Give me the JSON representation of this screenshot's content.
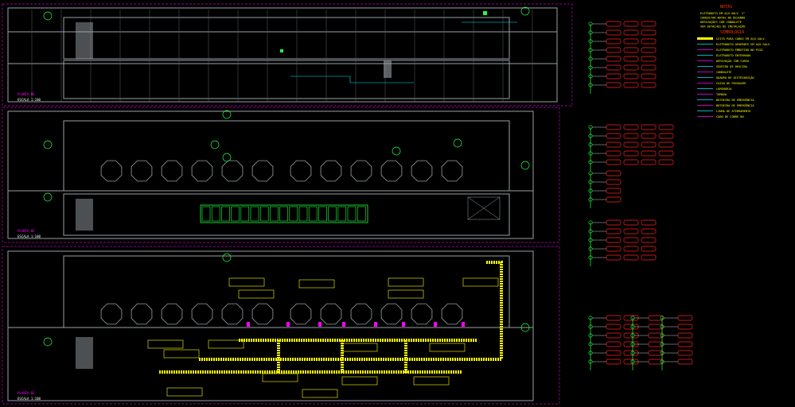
{
  "drawing": {
    "background": "#000000",
    "colors": {
      "wall": "#9aa0a6",
      "grid": "#5a5f66",
      "frame": "#c000c0",
      "tray": "#ffff00",
      "panel_red": "#ff2020",
      "panel_green": "#20ff40",
      "cyan": "#00e5ff",
      "blue": "#2040ff",
      "magenta": "#ff00ff",
      "white": "#ffffff"
    }
  },
  "legend": {
    "notes_title": "NOTAS",
    "symbols_title": "SIMBOLOGIA",
    "notes": [
      "ELETRODUTO EM AÇO GALV. 1\"",
      "CONSULTAR NOTAS NO DESENHO",
      "DERIVAÇÕES COM CONDULETE",
      "VER DETALHES DE INSTALAÇÃO"
    ],
    "symbols": [
      "LEITO PARA CABOS EM AÇO GALV.",
      "ELETRODUTO APARENTE EM AÇO GALV.",
      "ELETRODUTO EMBUTIDO NO PISO",
      "ELETRODUTO ENTERRADO",
      "DERIVAÇÃO COM CURVA",
      "SENTIDO DE DESCIDA",
      "CONDULETE",
      "QUADRO DE DISTRIBUIÇÃO",
      "CAIXA DE PASSAGEM",
      "LUMINÁRIA",
      "TOMADA",
      "BOTOEIRA DE EMERGÊNCIA",
      "BOTOEIRA DE EMERGÊNCIA",
      "LINHA DE ATERRAMENTO",
      "CABO DE COBRE NU"
    ]
  },
  "plans": [
    {
      "label": "PLANTA DE",
      "scale": "ESCALA 1:100"
    },
    {
      "label": "PLANTA DE",
      "scale": "ESCALA 1:100"
    },
    {
      "label": "PLANTA DE",
      "scale": "ESCALA 1:100"
    }
  ]
}
